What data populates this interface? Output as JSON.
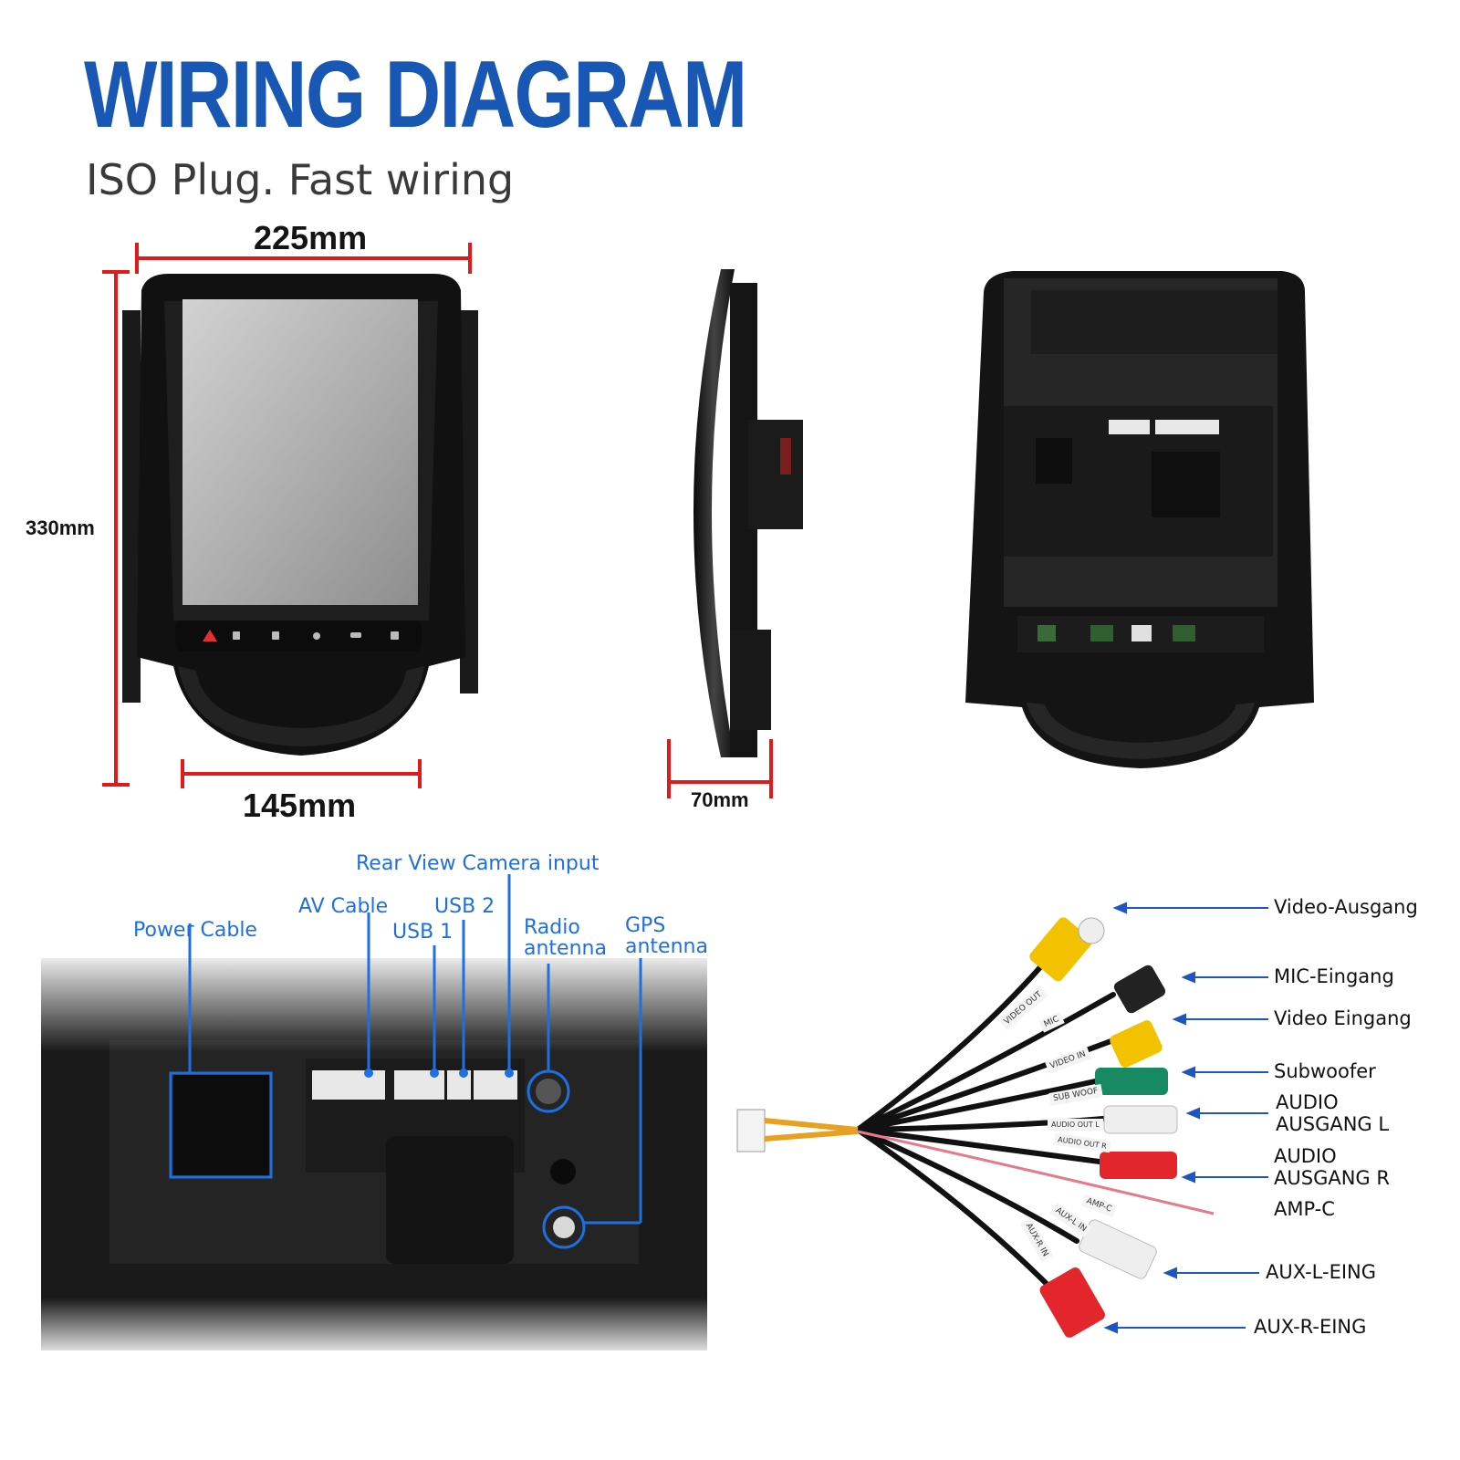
{
  "header": {
    "title": "WIRING DIAGRAM",
    "subtitle": "ISO Plug. Fast wiring"
  },
  "dimensions": {
    "width_top": "225mm",
    "height": "330mm",
    "width_bottom": "145mm",
    "depth": "70mm"
  },
  "port_labels": {
    "power": "Power Cable",
    "av": "AV Cable",
    "usb1": "USB 1",
    "usb2": "USB 2",
    "rear_camera": "Rear View Camera input",
    "radio": [
      "Radio",
      "antenna"
    ],
    "gps": [
      "GPS",
      "antenna"
    ]
  },
  "harness_labels": [
    {
      "id": "video-ausgang",
      "lines": [
        "Video-Ausgang"
      ]
    },
    {
      "id": "mic-eingang",
      "lines": [
        "MIC-Eingang"
      ]
    },
    {
      "id": "video-eingang",
      "lines": [
        "Video Eingang"
      ]
    },
    {
      "id": "subwoofer",
      "lines": [
        "Subwoofer"
      ]
    },
    {
      "id": "audio-ausgang-l",
      "lines": [
        "AUDIO",
        "AUSGANG L"
      ]
    },
    {
      "id": "audio-ausgang-r",
      "lines": [
        "AUDIO",
        "AUSGANG R"
      ]
    },
    {
      "id": "amp-c",
      "lines": [
        "AMP-C"
      ]
    },
    {
      "id": "aux-l-eing",
      "lines": [
        "AUX-L-EING"
      ]
    },
    {
      "id": "aux-r-eing",
      "lines": [
        "AUX-R-EING"
      ]
    }
  ],
  "cable_tags": [
    "VIDEO OUT",
    "MIC",
    "VIDEO IN",
    "SUB WOOF",
    "AUDIO OUT L",
    "AUDIO OUT R",
    "AMP-C",
    "AUX-L IN",
    "AUX-R IN"
  ],
  "colors": {
    "title_blue": "#1857b4",
    "label_blue": "#1f6fe0",
    "dimension_red": "#e01b1b",
    "plug_yellow": "#f2c200",
    "plug_green": "#178a63",
    "plug_white": "#eeeeee",
    "plug_red": "#e3262b",
    "plug_black": "#222222"
  }
}
